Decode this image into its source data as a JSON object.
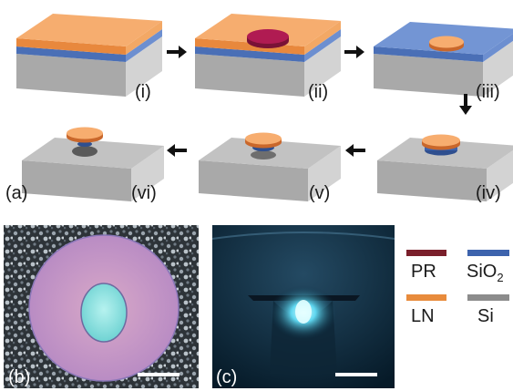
{
  "panel_a": {
    "panel_label": "(a)",
    "steps": [
      "(i)",
      "(ii)",
      "(iii)",
      "(iv)",
      "(v)",
      "(vi)"
    ]
  },
  "panel_b": {
    "panel_label": "(b)"
  },
  "panel_c": {
    "panel_label": "(c)"
  },
  "legend": {
    "items": [
      {
        "label": "PR",
        "color": "#7a1f2b"
      },
      {
        "label": "SiO",
        "subscript": "2",
        "color": "#3d63ad"
      },
      {
        "label": "LN",
        "color": "#e88b3c"
      },
      {
        "label": "Si",
        "color": "#8c8c8c"
      }
    ]
  },
  "colors": {
    "ln": "#f0a66a",
    "sio2": "#6d8fd0",
    "si_top": "#bdbdbd",
    "pr": "#a3184a"
  }
}
